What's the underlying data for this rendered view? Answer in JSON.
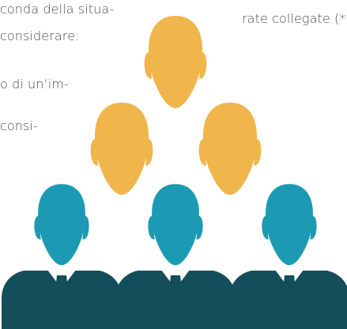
{
  "text_lines": {
    "left": [
      "conda della situa-",
      "considerare:",
      "o di un’im-",
      "consi-"
    ],
    "right": "rate collegate (*"
  },
  "icons": {
    "head": "person-head-icon",
    "person": "person-icon"
  },
  "colors": {
    "head": "#F0B54B",
    "body": "#1D9AB3",
    "suit": "#144E5B",
    "shirt": "#FFFFFF",
    "text": "#4A4A4A"
  }
}
